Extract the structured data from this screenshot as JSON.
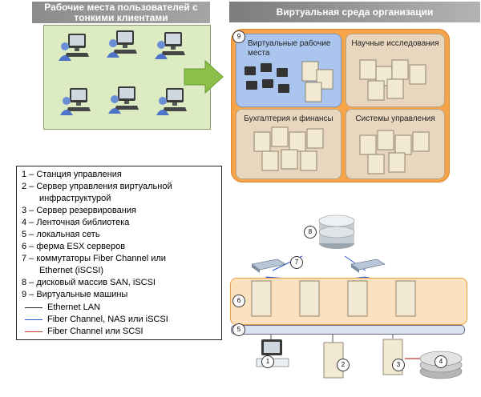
{
  "header_left": "Рабочие места пользователей с тонкими клиентами",
  "header_right": "Виртуальная среда организации",
  "zones": {
    "vdi": "Виртуальные рабочие места",
    "research": "Научные исследования",
    "accounting": "Бухгалтерия и финансы",
    "control": "Системы управления"
  },
  "legend": {
    "items": [
      "1 – Станция управления",
      "2 – Сервер управления виртуальной",
      "инфраструктурой",
      "3 – Сервер резервирования",
      "4 – Ленточная библиотека",
      "5 – локальная сеть",
      "6 – ферма ESX серверов",
      "7 – коммутаторы Fiber Channel или",
      "Ethernet (iSCSI)",
      "8 – дисковый массив SAN, iSCSI",
      "9 – Виртуальные машины"
    ],
    "lines": [
      {
        "label": "Ethernet LAN",
        "color": "#222222"
      },
      {
        "label": "Fiber Channel, NAS или iSCSI",
        "color": "#2a55d8"
      },
      {
        "label": "Fiber Channel или SCSI",
        "color": "#c0392b"
      }
    ]
  },
  "markers": {
    "n1": "1",
    "n2": "2",
    "n3": "3",
    "n4": "4",
    "n5": "5",
    "n6": "6",
    "n7": "7",
    "n8": "8",
    "n9": "9"
  },
  "colors": {
    "header_bg": "#7f7f7f",
    "left_panel": "#dcebc2",
    "virtual_env": "#f5a44a",
    "vdi_zone": "#aac6ee",
    "zone": "#e9d6bf"
  }
}
